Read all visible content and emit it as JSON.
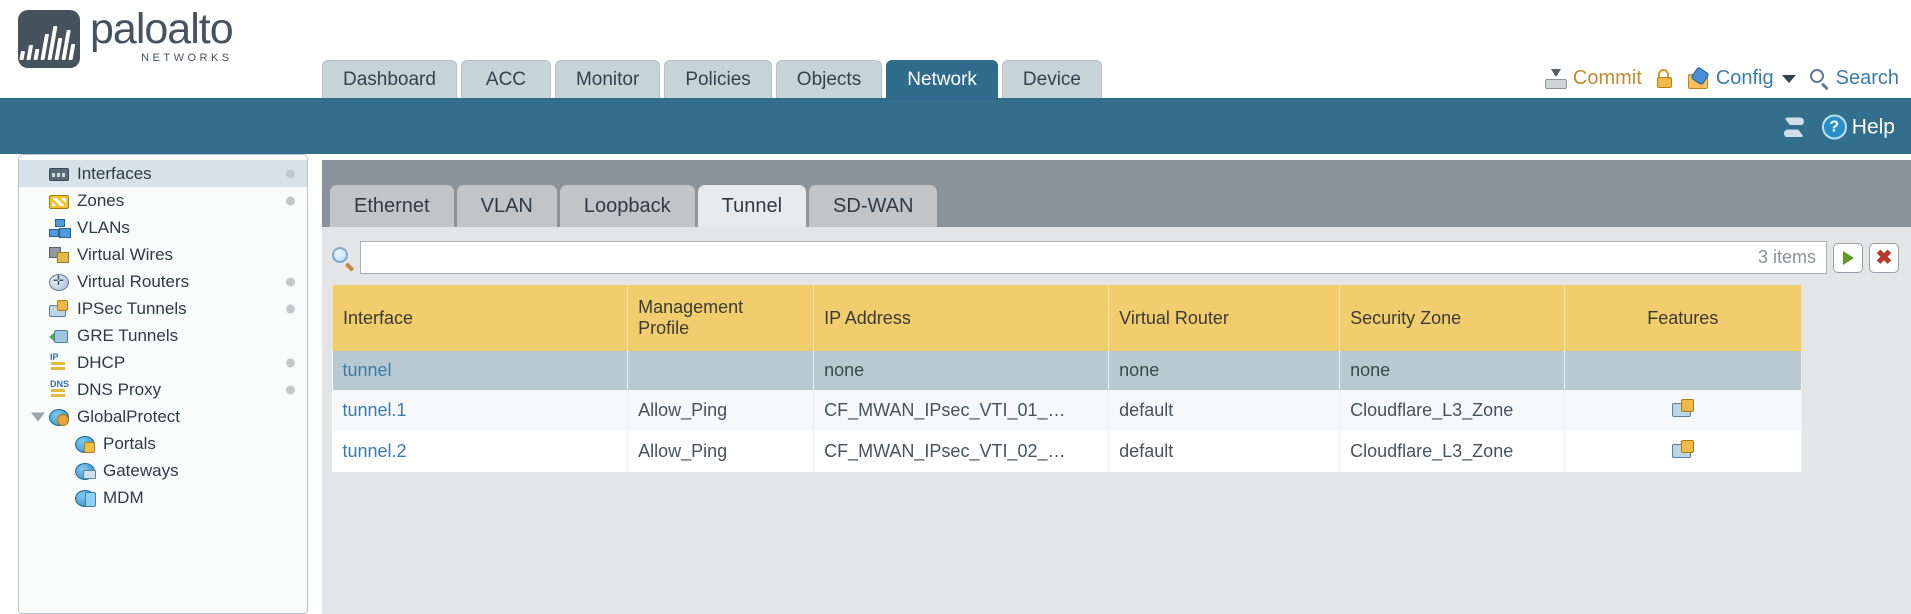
{
  "brand": {
    "name": "paloalto",
    "tagline": "NETWORKS"
  },
  "nav": {
    "tabs": [
      {
        "label": "Dashboard",
        "active": false
      },
      {
        "label": "ACC",
        "active": false
      },
      {
        "label": "Monitor",
        "active": false
      },
      {
        "label": "Policies",
        "active": false
      },
      {
        "label": "Objects",
        "active": false
      },
      {
        "label": "Network",
        "active": true
      },
      {
        "label": "Device",
        "active": false
      }
    ]
  },
  "header_tools": {
    "commit_label": "Commit",
    "commit_icon": "commit-icon",
    "lock_icon": "lock-icon",
    "config_label": "Config",
    "config_icon": "config-icon",
    "caret_icon": "chevron-down-icon",
    "search_label": "Search",
    "search_icon": "search-icon"
  },
  "band": {
    "refresh_icon": "refresh-icon",
    "help_icon": "help-icon",
    "help_label": "Help"
  },
  "sidebar": {
    "items": [
      {
        "label": "Interfaces",
        "icon": "interfaces-icon",
        "selected": true,
        "dot": true,
        "child": false,
        "expander": false
      },
      {
        "label": "Zones",
        "icon": "zones-icon",
        "selected": false,
        "dot": true,
        "child": false,
        "expander": false
      },
      {
        "label": "VLANs",
        "icon": "vlans-icon",
        "selected": false,
        "dot": false,
        "child": false,
        "expander": false
      },
      {
        "label": "Virtual Wires",
        "icon": "virtual-wires-icon",
        "selected": false,
        "dot": false,
        "child": false,
        "expander": false
      },
      {
        "label": "Virtual Routers",
        "icon": "virtual-routers-icon",
        "selected": false,
        "dot": true,
        "child": false,
        "expander": false
      },
      {
        "label": "IPSec Tunnels",
        "icon": "ipsec-tunnels-icon",
        "selected": false,
        "dot": true,
        "child": false,
        "expander": false
      },
      {
        "label": "GRE Tunnels",
        "icon": "gre-tunnels-icon",
        "selected": false,
        "dot": false,
        "child": false,
        "expander": false
      },
      {
        "label": "DHCP",
        "icon": "dhcp-icon",
        "selected": false,
        "dot": true,
        "child": false,
        "expander": false
      },
      {
        "label": "DNS Proxy",
        "icon": "dns-proxy-icon",
        "selected": false,
        "dot": true,
        "child": false,
        "expander": false
      },
      {
        "label": "GlobalProtect",
        "icon": "globalprotect-icon",
        "selected": false,
        "dot": false,
        "child": false,
        "expander": true
      },
      {
        "label": "Portals",
        "icon": "portals-icon",
        "selected": false,
        "dot": false,
        "child": true,
        "expander": false
      },
      {
        "label": "Gateways",
        "icon": "gateways-icon",
        "selected": false,
        "dot": false,
        "child": true,
        "expander": false
      },
      {
        "label": "MDM",
        "icon": "mdm-icon",
        "selected": false,
        "dot": false,
        "child": true,
        "expander": false
      }
    ]
  },
  "subtabs": [
    {
      "label": "Ethernet",
      "active": false
    },
    {
      "label": "VLAN",
      "active": false
    },
    {
      "label": "Loopback",
      "active": false
    },
    {
      "label": "Tunnel",
      "active": true
    },
    {
      "label": "SD-WAN",
      "active": false
    }
  ],
  "filter": {
    "search_icon": "magnifier-icon",
    "value": "",
    "placeholder": "",
    "item_count": "3 items",
    "apply_icon": "apply-filter-arrow-icon",
    "clear_icon": "clear-filter-x-icon"
  },
  "table": {
    "columns": [
      "Interface",
      "Management Profile",
      "IP Address",
      "Virtual Router",
      "Security Zone",
      "Features"
    ],
    "rows": [
      {
        "interface": "tunnel",
        "management_profile": "",
        "ip_address": "none",
        "virtual_router": "none",
        "security_zone": "none",
        "feature_icon": "",
        "selected": true
      },
      {
        "interface": "tunnel.1",
        "management_profile": "Allow_Ping",
        "ip_address": "CF_MWAN_IPsec_VTI_01_…",
        "virtual_router": "default",
        "security_zone": "Cloudflare_L3_Zone",
        "feature_icon": "ipsec-feature-icon",
        "selected": false
      },
      {
        "interface": "tunnel.2",
        "management_profile": "Allow_Ping",
        "ip_address": "CF_MWAN_IPsec_VTI_02_…",
        "virtual_router": "default",
        "security_zone": "Cloudflare_L3_Zone",
        "feature_icon": "ipsec-feature-icon",
        "selected": false
      }
    ]
  },
  "colors": {
    "brand_dark": "#46525c",
    "nav_active": "#2f6b8a",
    "band": "#336e8d",
    "table_header": "#f2cd6d",
    "link": "#3a7ca8",
    "row_selected": "#b9c9d1"
  }
}
